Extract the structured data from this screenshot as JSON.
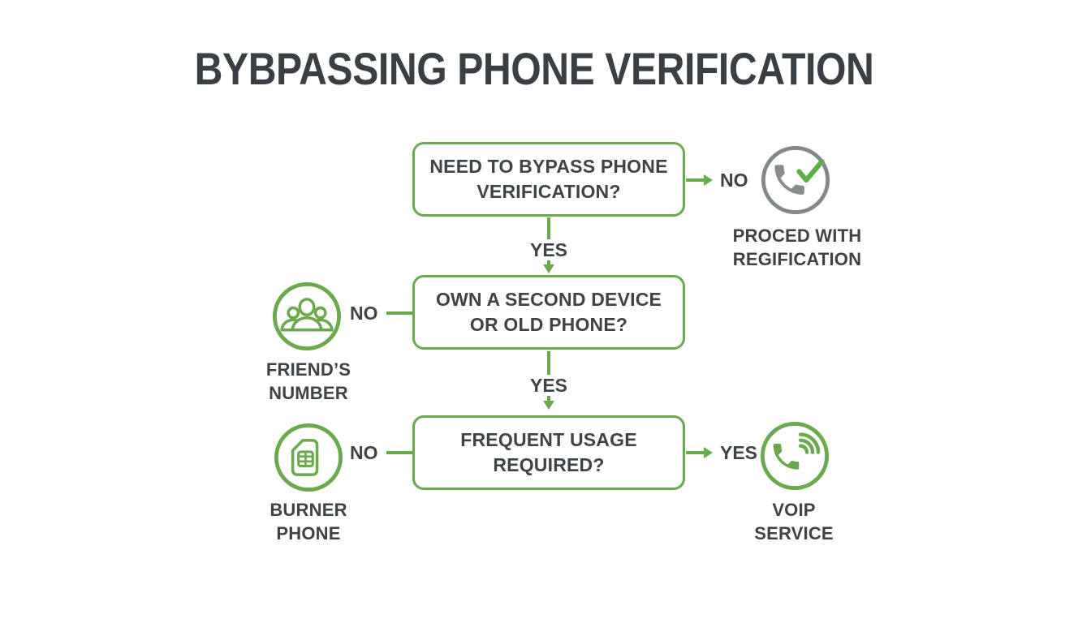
{
  "title": "BYBPASSING PHONE VERIFICATION",
  "colors": {
    "green": "#6aaa4c",
    "dark": "#3e4347",
    "gray": "#83888b",
    "graydark": "#878c8f"
  },
  "flow": {
    "node1": {
      "line1": "NEED TO BYPASS PHONE",
      "line2": "VERIFICATION?"
    },
    "node2": {
      "line1": "OWN A SECOND DEVICE",
      "line2": "OR OLD PHONE?"
    },
    "node3": {
      "line1": "FREQUENT USAGE",
      "line2": "REQUIRED?"
    },
    "edges": {
      "node1_no": "NO",
      "node1_yes": "YES",
      "node2_no": "NO",
      "node2_yes": "YES",
      "node3_no": "NO",
      "node3_yes": "YES"
    },
    "terminals": {
      "proceed": {
        "icon": "phone-check-icon",
        "line1": "PROCED WITH",
        "line2": "REGIFICATION"
      },
      "friends": {
        "icon": "people-icon",
        "line1": "FRIEND’S",
        "line2": "NUMBER"
      },
      "burner": {
        "icon": "sim-card-icon",
        "line1": "BURNER",
        "line2": "PHONE"
      },
      "voip": {
        "icon": "voip-phone-icon",
        "line1": "VOIP",
        "line2": "SERVICE"
      }
    }
  }
}
